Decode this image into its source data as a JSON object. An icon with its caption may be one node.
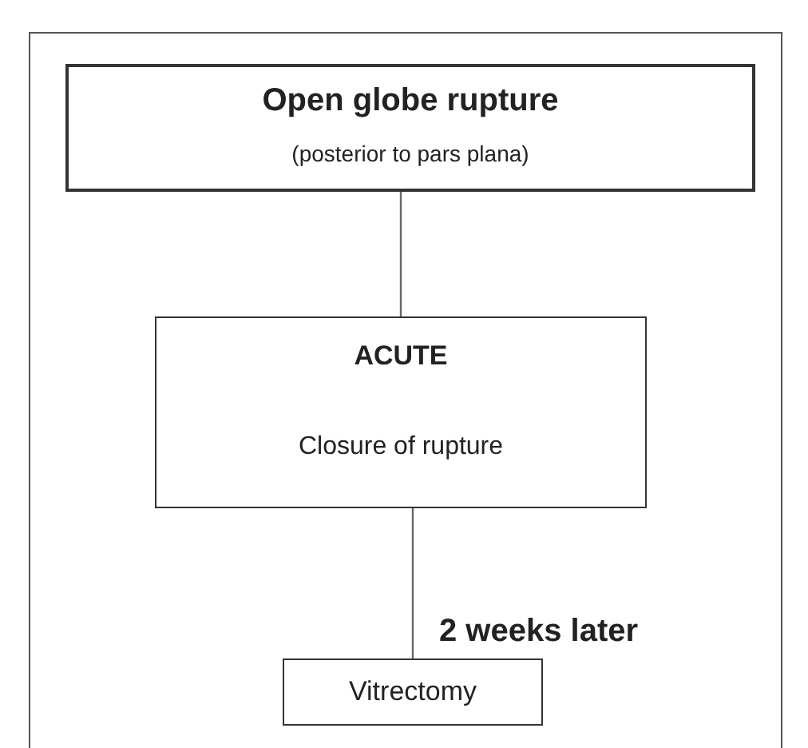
{
  "diagram": {
    "nodes": [
      {
        "text": [
          "Open globe rupture",
          "(posterior to pars plana)"
        ]
      },
      {
        "text": [
          "ACUTE",
          "Closure of rupture"
        ]
      },
      {
        "text": [
          "Vitrectomy"
        ]
      }
    ],
    "edges": [
      {
        "from": 0,
        "to": 1,
        "arrow": "none"
      },
      {
        "from": 1,
        "to": 2,
        "arrow": "none",
        "label": "2 weeks later"
      }
    ]
  }
}
